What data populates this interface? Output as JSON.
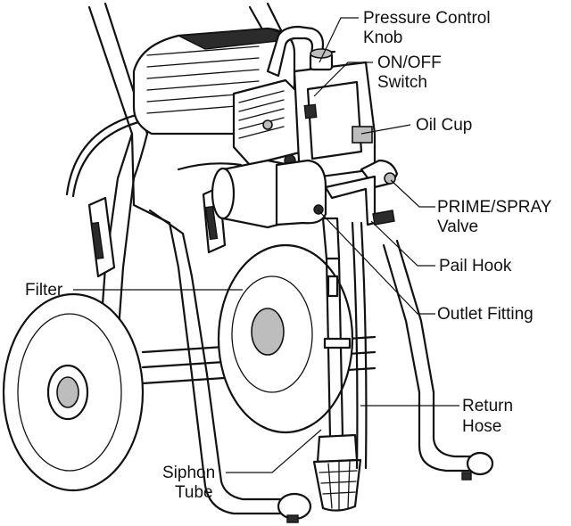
{
  "labels": {
    "pressure_knob": [
      "Pressure Control",
      "Knob"
    ],
    "on_off": [
      "ON/OFF",
      "Switch"
    ],
    "oil_cup": [
      "Oil Cup"
    ],
    "prime_spray": [
      "PRIME/SPRAY",
      "Valve"
    ],
    "pail_hook": [
      "Pail Hook"
    ],
    "filter": [
      "Filter"
    ],
    "outlet_fitting": [
      "Outlet Fitting"
    ],
    "return_hose": [
      "Return",
      "Hose"
    ],
    "siphon_tube": [
      "Siphon",
      "Tube"
    ]
  },
  "colors": {
    "ink": "#111111",
    "shade": "#bdbdbd",
    "background": "#ffffff"
  },
  "icons": [
    "paint-sprayer-illustration"
  ]
}
